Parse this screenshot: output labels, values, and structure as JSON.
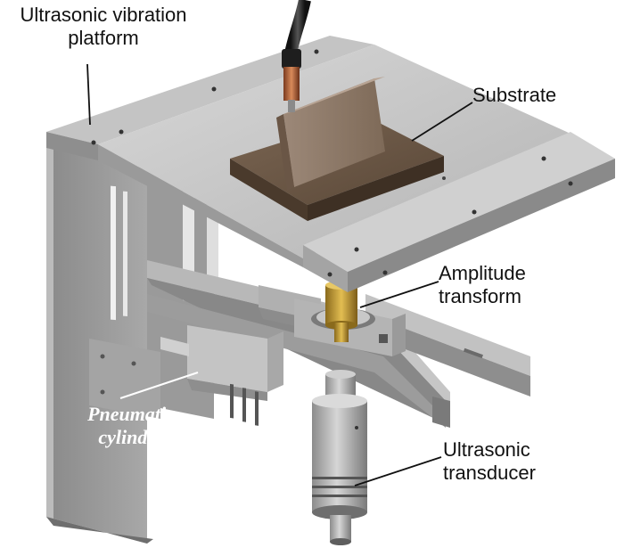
{
  "labels": {
    "platform_line1": "Ultrasonic vibration",
    "platform_line2": "platform",
    "substrate": "Substrate",
    "amplitude_line1": "Amplitude",
    "amplitude_line2": "transform",
    "cylinder_line1": "Pneumatic",
    "cylinder_line2": "cylinder",
    "transducer_line1": "Ultrasonic",
    "transducer_line2": "transducer"
  },
  "colors": {
    "metal_light": "#c9c9c9",
    "metal_mid": "#a8a8a8",
    "metal_dark": "#7c7c7c",
    "substrate": "#6e5a48",
    "brass": "#c8a030",
    "torch_copper": "#b86a40",
    "cable": "#2a2a2a",
    "leader_line": "#111111"
  }
}
